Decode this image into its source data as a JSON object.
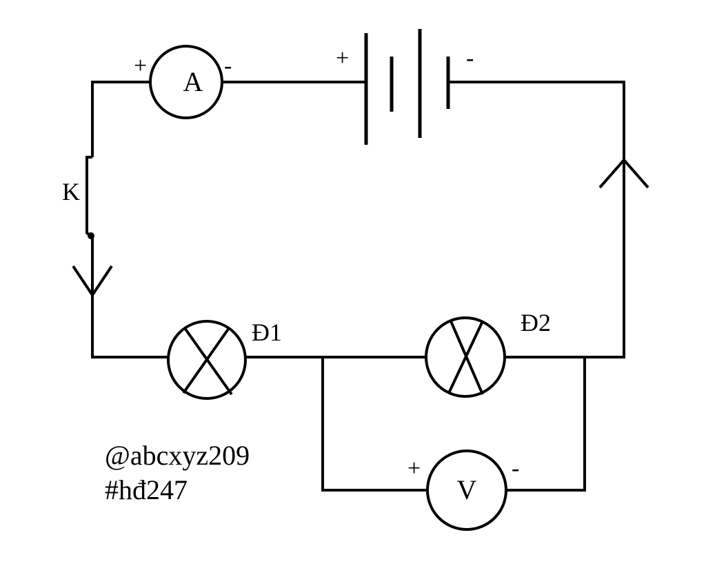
{
  "ammeter": {
    "label": "A",
    "plus": "+",
    "minus": "-"
  },
  "battery": {
    "plus": "+",
    "minus": "-"
  },
  "switch": {
    "label": "K"
  },
  "lamp1": {
    "label": "Đ1"
  },
  "lamp2": {
    "label": "Đ2"
  },
  "voltmeter": {
    "label": "V",
    "plus": "+",
    "minus": "-"
  },
  "watermark": {
    "line1": "@abcxyz209",
    "line2": "#hđ247"
  },
  "colors": {
    "stroke": "#000000",
    "background": "#ffffff"
  }
}
